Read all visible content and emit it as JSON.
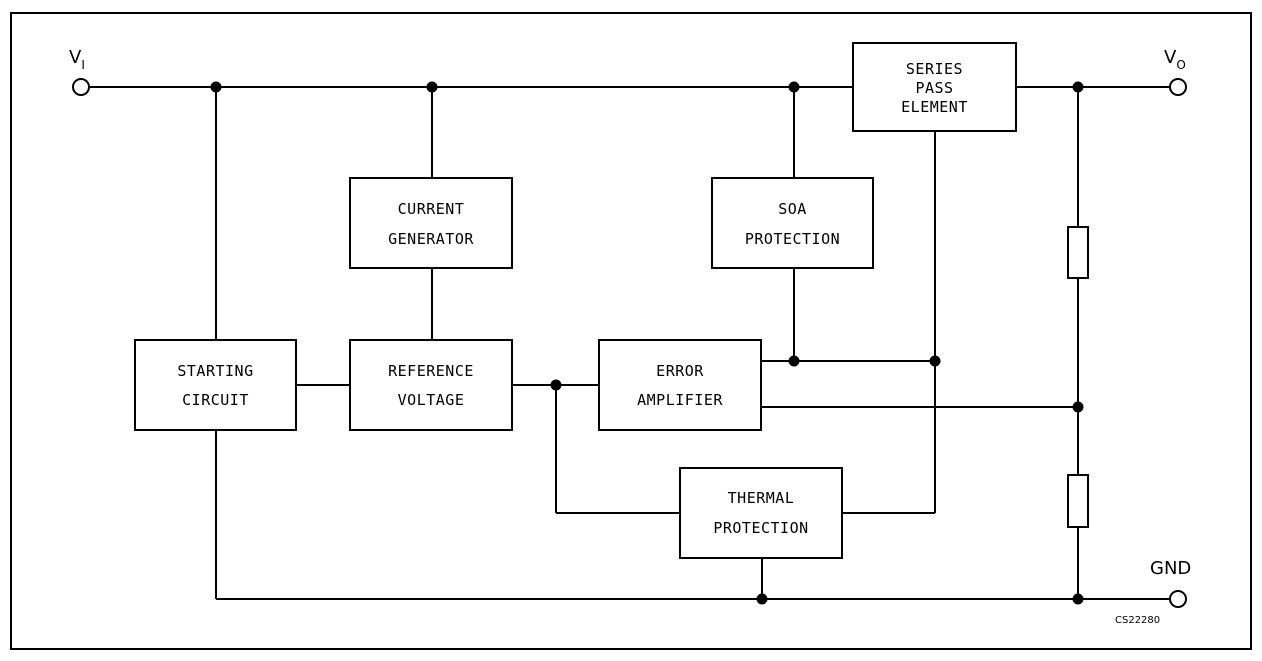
{
  "terminals": {
    "vi": {
      "main": "V",
      "sub": "I"
    },
    "vo": {
      "main": "V",
      "sub": "O"
    },
    "gnd": "GND"
  },
  "blocks": {
    "series_pass": [
      "SERIES",
      "PASS",
      "ELEMENT"
    ],
    "current_gen": [
      "CURRENT",
      "GENERATOR"
    ],
    "soa": [
      "SOA",
      "PROTECTION"
    ],
    "starting": [
      "STARTING",
      "CIRCUIT"
    ],
    "reference": [
      "REFERENCE",
      "VOLTAGE"
    ],
    "error_amp": [
      "ERROR",
      "AMPLIFIER"
    ],
    "thermal": [
      "THERMAL",
      "PROTECTION"
    ]
  },
  "figure_code": "CS22280"
}
